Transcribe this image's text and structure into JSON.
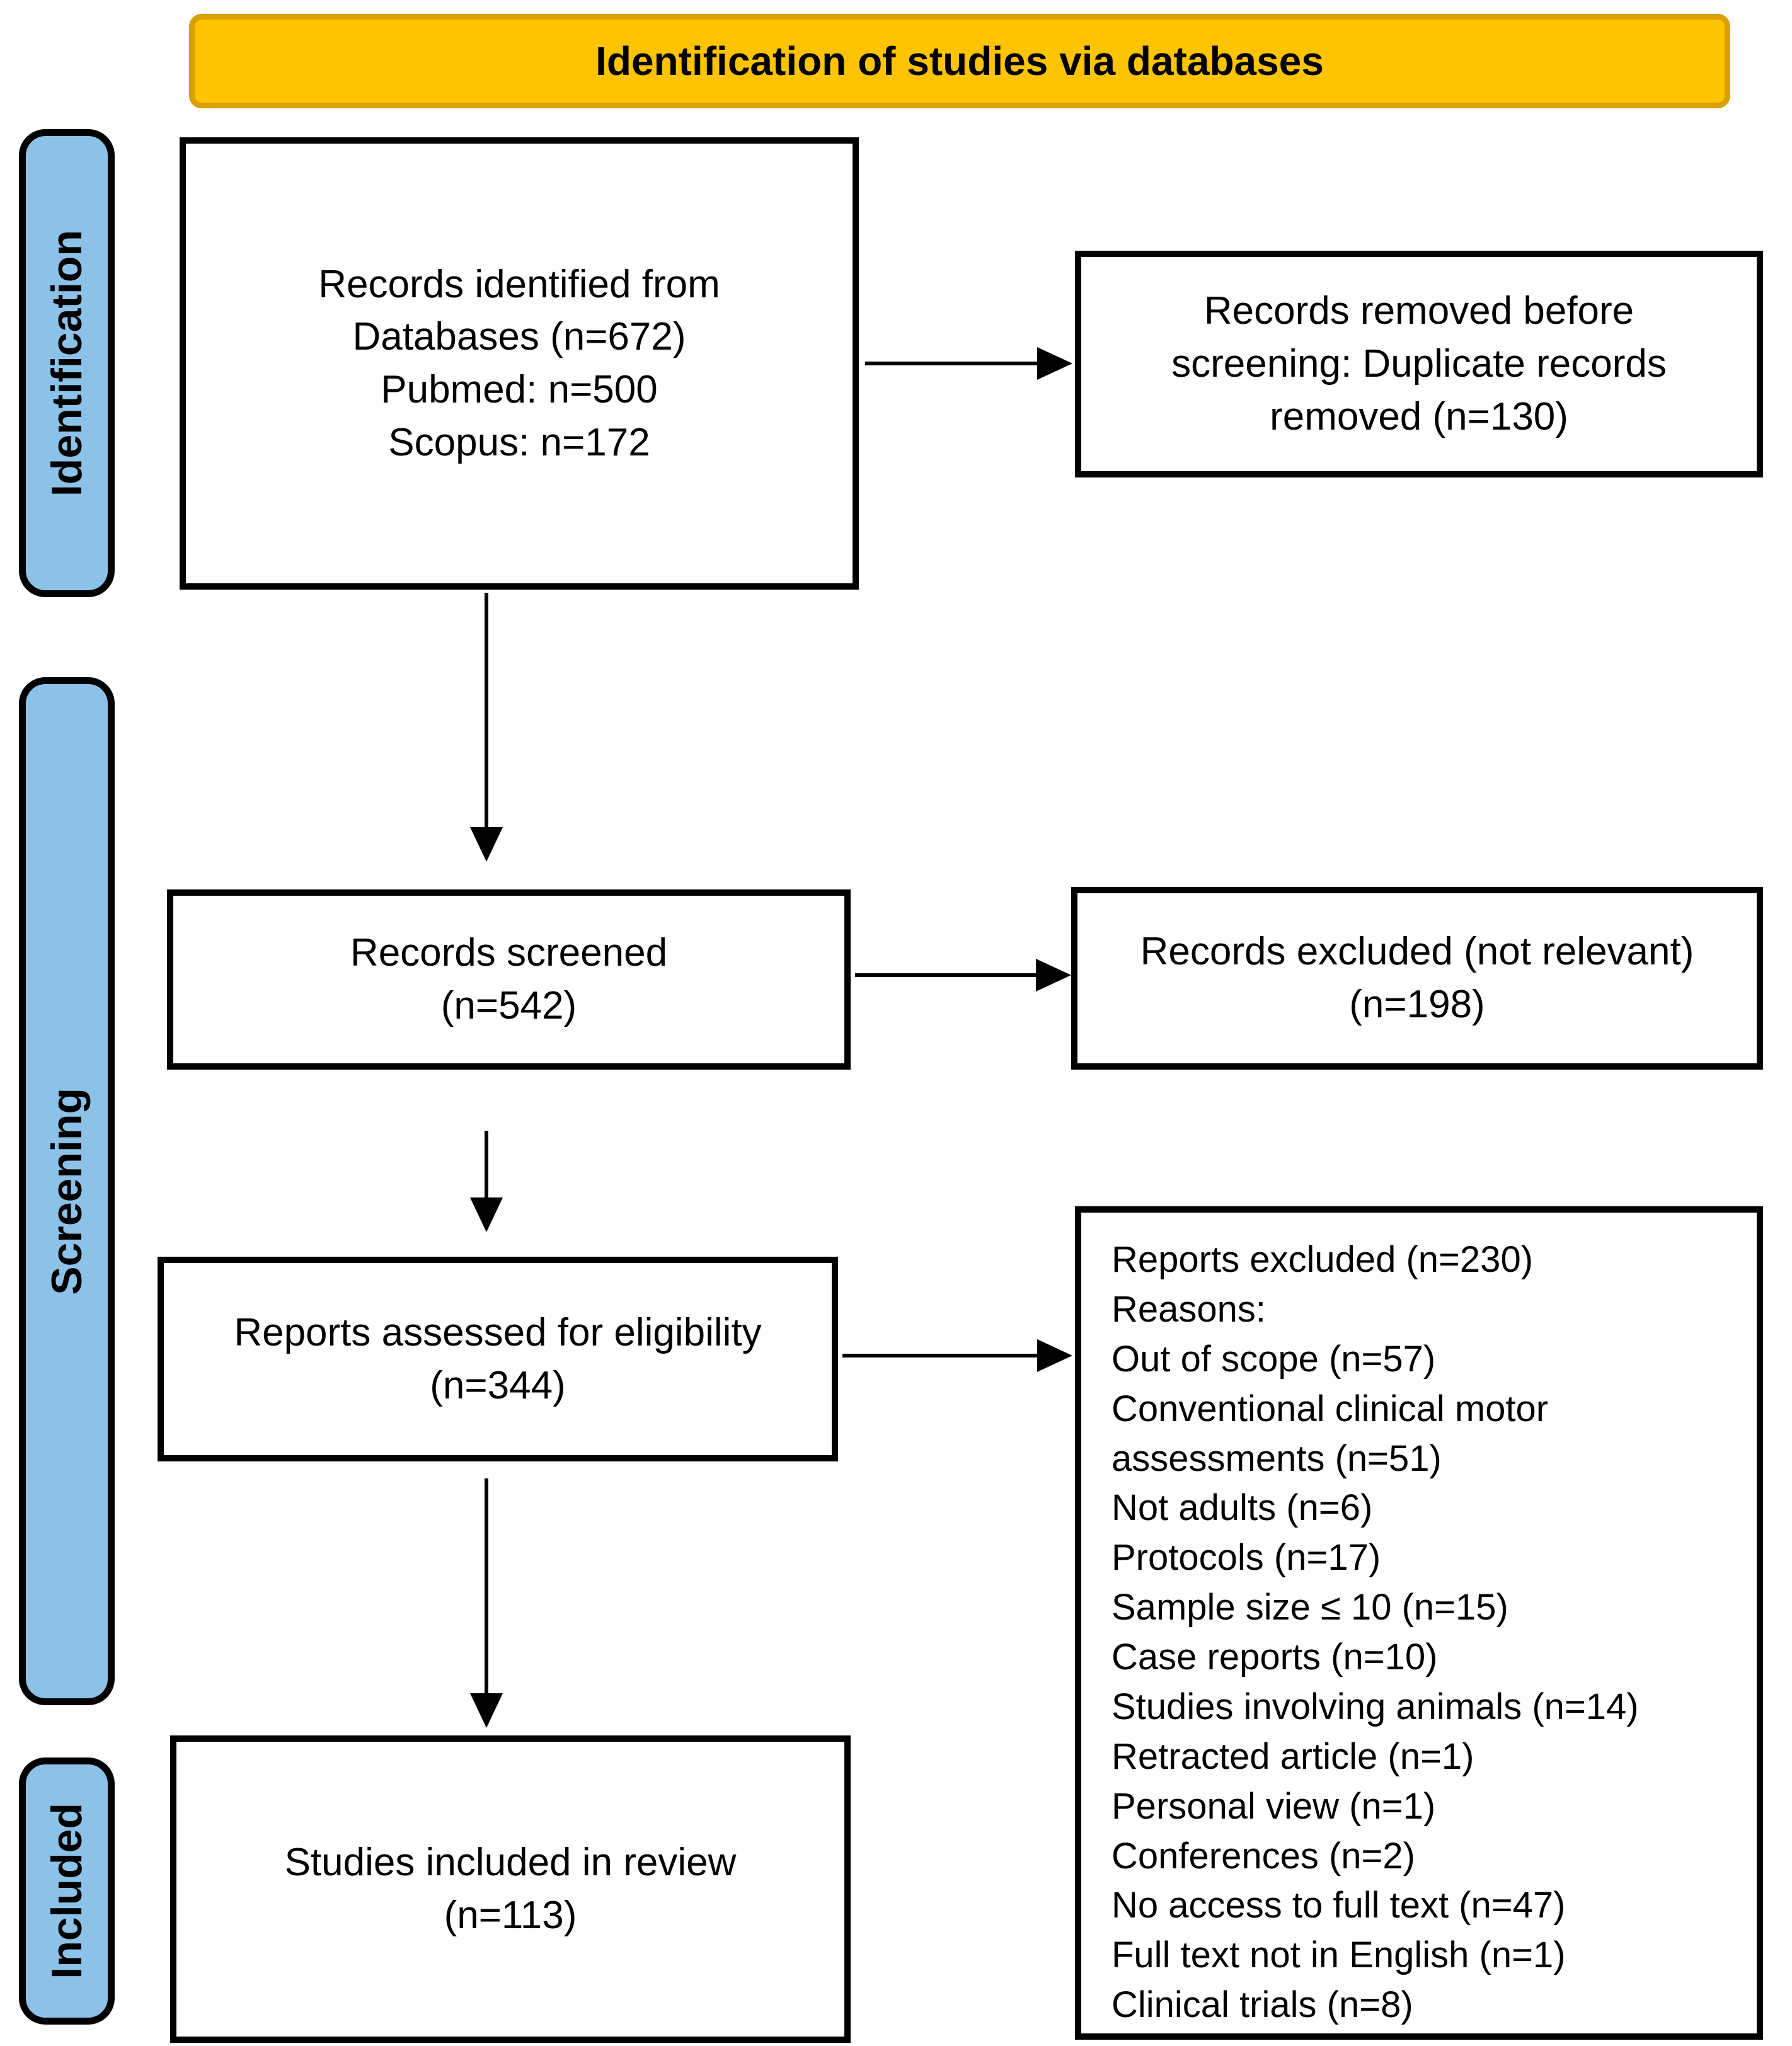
{
  "banner": {
    "title": "Identification of studies via databases"
  },
  "stages": [
    {
      "id": "identification",
      "label": "Identification"
    },
    {
      "id": "screening",
      "label": "Screening"
    },
    {
      "id": "included",
      "label": "Included"
    }
  ],
  "boxes": {
    "identified": {
      "lines": [
        "Records identified from",
        "Databases (n=672)",
        "Pubmed: n=500",
        "Scopus: n=172"
      ]
    },
    "removed": {
      "lines": [
        "Records removed before",
        "screening: Duplicate records",
        "removed (n=130)"
      ]
    },
    "screened": {
      "lines": [
        "Records screened",
        "(n=542)"
      ]
    },
    "excluded_screening": {
      "lines": [
        "Records excluded (not relevant)",
        "(n=198)"
      ]
    },
    "assessed": {
      "lines": [
        "Reports assessed for eligibility",
        "(n=344)"
      ]
    },
    "excluded_reports": {
      "lines": [
        "Reports excluded (n=230)",
        "Reasons:",
        "Out of scope (n=57)",
        "Conventional clinical motor assessments (n=51)",
        "Not adults (n=6)",
        "Protocols (n=17)",
        "Sample size ≤ 10 (n=15)",
        "Case reports (n=10)",
        "Studies involving animals (n=14)",
        "Retracted article (n=1)",
        "Personal view (n=1)",
        "Conferences (n=2)",
        "No access to full text (n=47)",
        "Full text not in English (n=1)",
        "Clinical trials (n=8)"
      ]
    },
    "included": {
      "lines": [
        "Studies included in review",
        "(n=113)"
      ]
    }
  },
  "colors": {
    "banner_fill": "#FFC300",
    "banner_border": "#D9A000",
    "stage_fill": "#8CC2E8",
    "line_color": "#000000"
  }
}
